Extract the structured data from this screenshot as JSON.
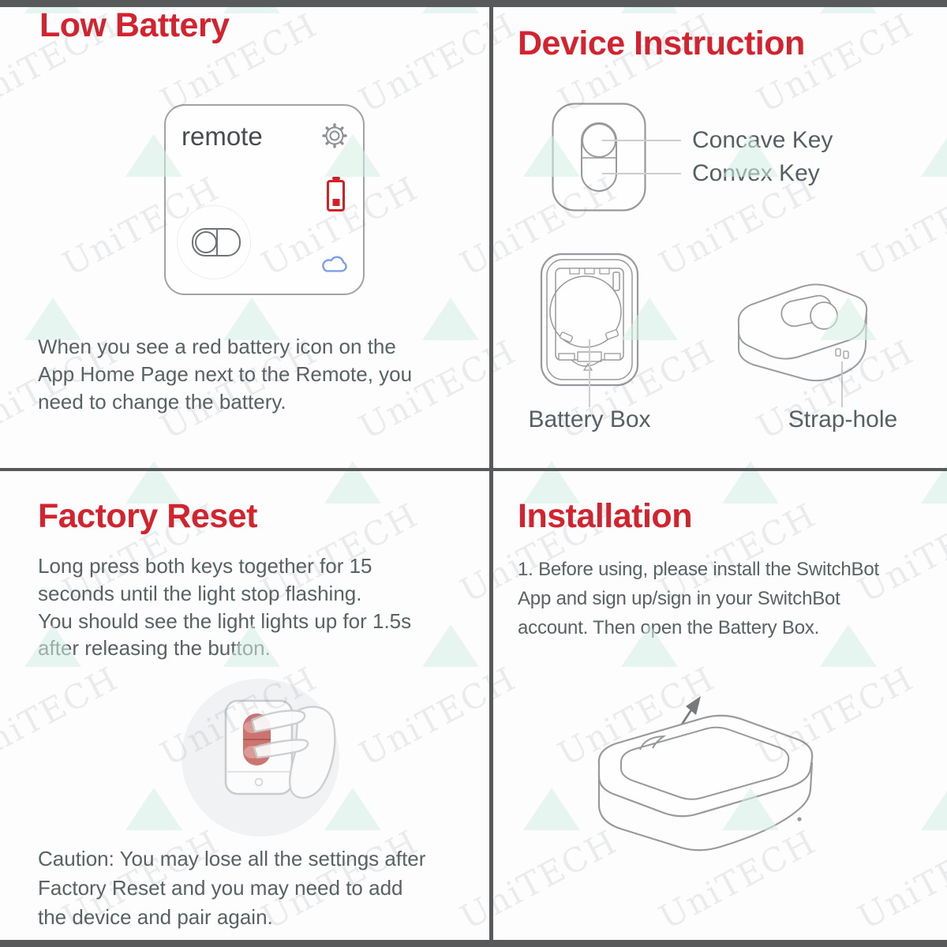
{
  "watermark": {
    "text": "UniTECH"
  },
  "colors": {
    "accent_red": "#d2232f",
    "body_text": "#586163",
    "line_art": "#97999c",
    "frame_gray": "#58595b",
    "cloud_blue": "#7d9fe8",
    "battery_red": "#cf2127",
    "pill_red": "#c15550"
  },
  "sections": {
    "low_battery": {
      "title": "Low Battery",
      "app_card": {
        "device_name": "remote"
      },
      "description": "When you see a red battery icon on the\nApp Home Page next to the Remote, you\nneed to change the battery."
    },
    "device_instruction": {
      "title": "Device Instruction",
      "concave_key_label": "Concave Key",
      "convex_key_label": "Convex Key",
      "battery_box_label": "Battery Box",
      "strap_hole_label": "Strap-hole"
    },
    "factory_reset": {
      "title": "Factory Reset",
      "description": "Long press both keys together for 15\nseconds until the light stop flashing.\nYou should see the light lights up for 1.5s\nafter releasing the button.",
      "caution": "Caution: You may lose all the settings after\nFactory Reset and you may need to add\nthe device and pair again."
    },
    "installation": {
      "title": "Installation",
      "step_1": "1. Before using, please install the SwitchBot\nApp and sign up/sign in your SwitchBot\naccount. Then open the Battery Box."
    }
  }
}
